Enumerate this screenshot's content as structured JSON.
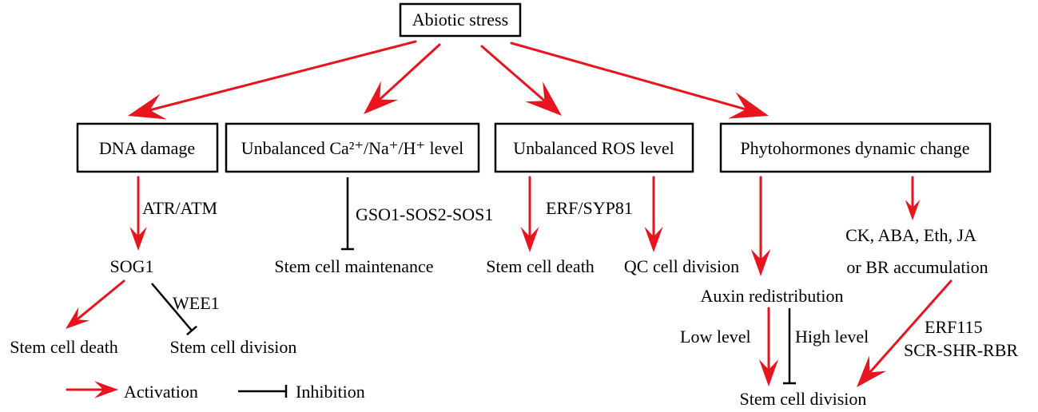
{
  "colors": {
    "activation": "#e8141e",
    "inhibition": "#000000"
  },
  "nodes": {
    "abiotic": "Abiotic stress",
    "dna": "DNA damage",
    "ion": "Unbalanced Ca²⁺/Na⁺/H⁺ level",
    "ros": "Unbalanced ROS level",
    "phyto": "Phytohormones dynamic change",
    "sog1": "SOG1",
    "stem_maint": "Stem cell maintenance",
    "stem_death_left": "Stem cell death",
    "stem_div_left": "Stem cell division",
    "stem_death_mid": "Stem cell death",
    "qc_div": "QC cell division",
    "auxin": "Auxin redistribution",
    "hormones_1": "CK, ABA, Eth, JA",
    "hormones_2": "or BR accumulation",
    "stem_div_right": "Stem cell division"
  },
  "edge_labels": {
    "atr": "ATR/ATM",
    "wee1": "WEE1",
    "gso1": "GSO1-SOS2-SOS1",
    "erf_syp": "ERF/SYP81",
    "low": "Low level",
    "high": "High level",
    "erf115": "ERF115",
    "scr": "SCR-SHR-RBR"
  },
  "legend": {
    "activation": "Activation",
    "inhibition": "Inhibition"
  }
}
